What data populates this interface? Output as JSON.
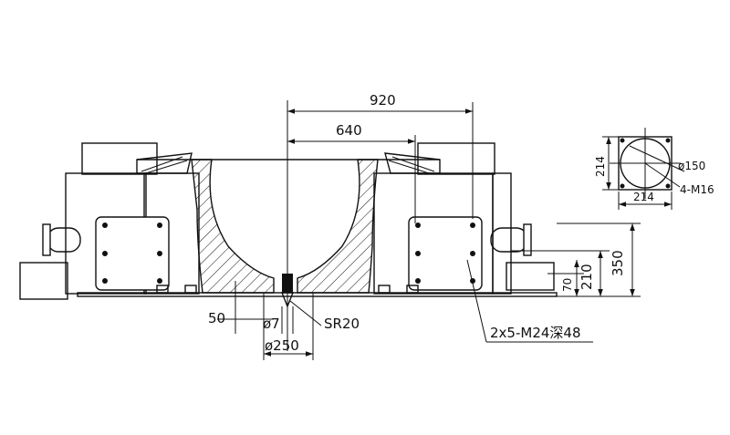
{
  "dimensions": {
    "width_920": "920",
    "width_640": "640",
    "height_350": "350",
    "height_210": "210",
    "height_70": "70",
    "offset_50": "50",
    "dia_7": "ø7",
    "sr_20": "SR20",
    "dia_250": "ø250",
    "bolt_callout": "2x5-M24深48"
  },
  "detail": {
    "side_214_vertical": "214",
    "side_214_horizontal": "214",
    "dia_150": "ø150",
    "thread_callout": "4-M16"
  },
  "colors": {
    "line": "#111111",
    "background": "#ffffff"
  }
}
